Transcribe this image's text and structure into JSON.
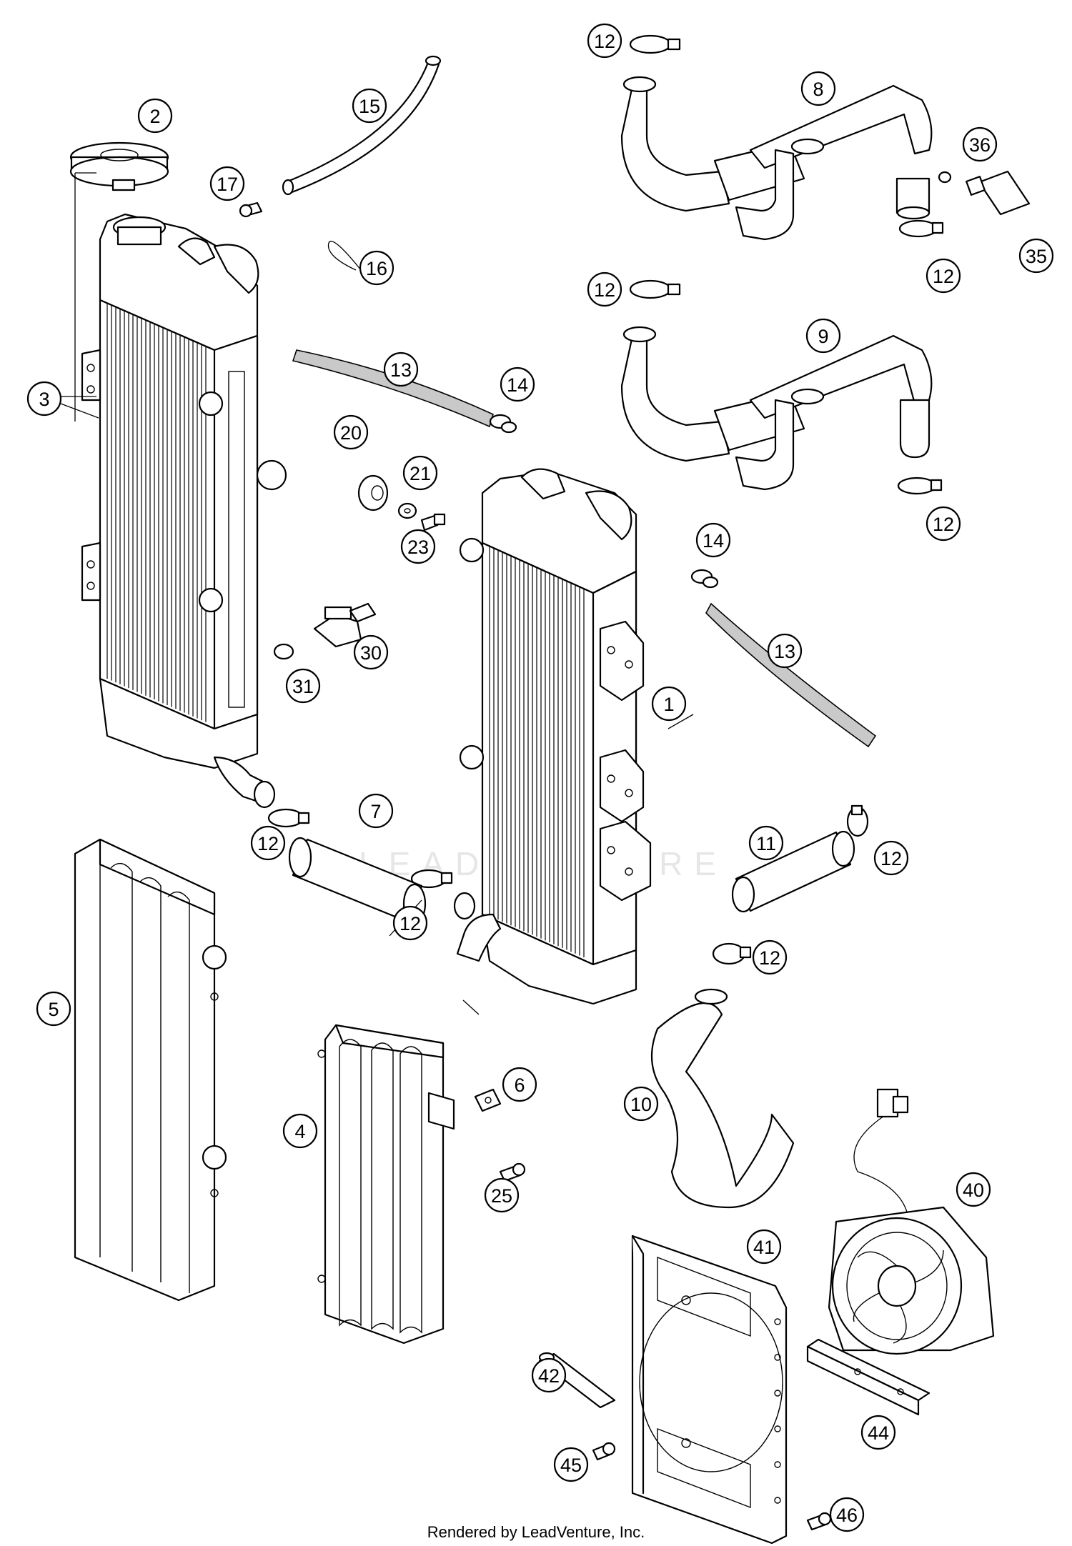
{
  "diagram": {
    "footer_text": "Rendered by LeadVenture, Inc.",
    "watermark_text": "LEADVENTURE",
    "callouts": [
      {
        "id": "c1",
        "label": "1"
      },
      {
        "id": "c2",
        "label": "2"
      },
      {
        "id": "c3",
        "label": "3"
      },
      {
        "id": "c4",
        "label": "4"
      },
      {
        "id": "c5",
        "label": "5"
      },
      {
        "id": "c6",
        "label": "6"
      },
      {
        "id": "c7",
        "label": "7"
      },
      {
        "id": "c8",
        "label": "8"
      },
      {
        "id": "c9",
        "label": "9"
      },
      {
        "id": "c10",
        "label": "10"
      },
      {
        "id": "c11",
        "label": "11"
      },
      {
        "id": "c12a",
        "label": "12"
      },
      {
        "id": "c12b",
        "label": "12"
      },
      {
        "id": "c12c",
        "label": "12"
      },
      {
        "id": "c12d",
        "label": "12"
      },
      {
        "id": "c12e",
        "label": "12"
      },
      {
        "id": "c12f",
        "label": "12"
      },
      {
        "id": "c12g",
        "label": "12"
      },
      {
        "id": "c12h",
        "label": "12"
      },
      {
        "id": "c13a",
        "label": "13"
      },
      {
        "id": "c13b",
        "label": "13"
      },
      {
        "id": "c14a",
        "label": "14"
      },
      {
        "id": "c14b",
        "label": "14"
      },
      {
        "id": "c15",
        "label": "15"
      },
      {
        "id": "c16",
        "label": "16"
      },
      {
        "id": "c17",
        "label": "17"
      },
      {
        "id": "c20",
        "label": "20"
      },
      {
        "id": "c21",
        "label": "21"
      },
      {
        "id": "c23",
        "label": "23"
      },
      {
        "id": "c25",
        "label": "25"
      },
      {
        "id": "c30",
        "label": "30"
      },
      {
        "id": "c31",
        "label": "31"
      },
      {
        "id": "c35",
        "label": "35"
      },
      {
        "id": "c36",
        "label": "36"
      },
      {
        "id": "c40",
        "label": "40"
      },
      {
        "id": "c41",
        "label": "41"
      },
      {
        "id": "c42",
        "label": "42"
      },
      {
        "id": "c44",
        "label": "44"
      },
      {
        "id": "c45",
        "label": "45"
      },
      {
        "id": "c46",
        "label": "46"
      }
    ]
  }
}
